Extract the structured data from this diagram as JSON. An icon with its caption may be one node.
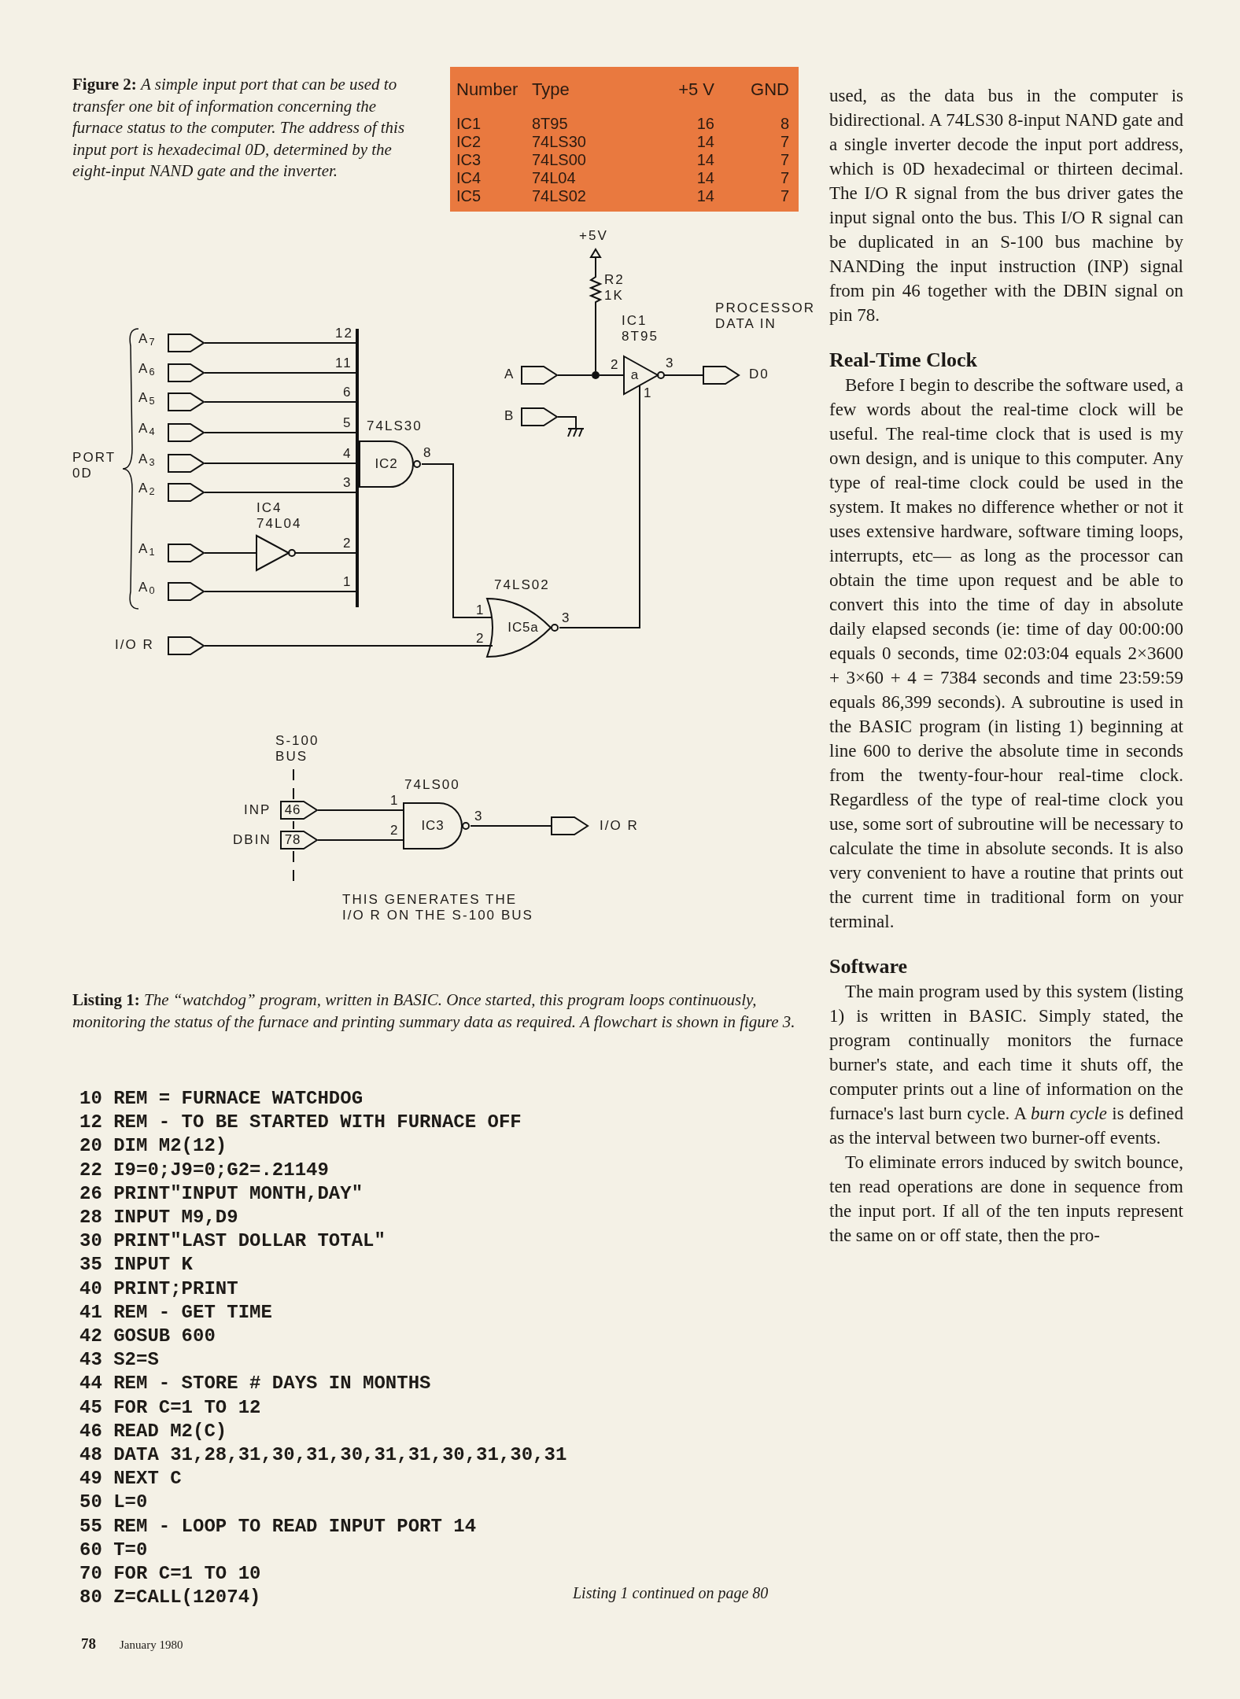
{
  "diagram": {
    "caption": "**Figure 2:** *A simple input port that can be used to transfer one bit of information concerning the furnace status to the computer. The address of this input port is hexadecimal 0D, determined by the eight-input NAND gate and the inverter.*",
    "nodes": [
      {
        "text": [],
        "shape": "connector",
        "beside": [
          "A$_{7}$"
        ]
      },
      {
        "text": [],
        "shape": "connector",
        "beside": [
          "A$_{6}$"
        ]
      },
      {
        "text": [],
        "shape": "connector",
        "beside": [
          "A$_{5}$"
        ]
      },
      {
        "text": [],
        "shape": "connector",
        "beside": [
          "A$_{4}$"
        ]
      },
      {
        "text": [],
        "shape": "connector",
        "beside": [
          "A$_{3}$"
        ]
      },
      {
        "text": [],
        "shape": "connector",
        "beside": [
          "A$_{2}$"
        ]
      },
      {
        "text": [],
        "shape": "connector",
        "beside": [
          "A$_{1}$"
        ]
      },
      {
        "text": [],
        "shape": "connector",
        "beside": [
          "A$_{0}$"
        ]
      },
      {
        "text": [],
        "shape": "connector",
        "beside": [
          "I/O R"
        ]
      },
      {
        "text": [],
        "shape": "bar"
      },
      {
        "text": [
          "IC2"
        ],
        "beside": [
          "74LS30"
        ]
      },
      {
        "text": [],
        "shape": "triangle",
        "beside": [
          "IC4",
          "74L04"
        ]
      },
      {
        "text": [
          "IC5a"
        ],
        "beside": [
          "74LS02"
        ]
      },
      {
        "text": [],
        "shape": "connector",
        "beside": [
          "A"
        ]
      },
      {
        "text": [],
        "shape": "connector",
        "beside": [
          "B"
        ]
      },
      {
        "text": [],
        "shape": "ground"
      },
      {
        "text": [],
        "shape": "triangle",
        "beside": [
          "+5V"
        ]
      },
      {
        "text": [],
        "shape": "resistor",
        "beside": [
          "R2",
          "1K"
        ]
      },
      {
        "text": [],
        "shape": "dot"
      },
      {
        "text": [
          "a"
        ],
        "beside": [
          "IC1",
          "8T95"
        ]
      },
      {
        "text": [],
        "shape": "connector",
        "beside": [
          "D0"
        ]
      },
      {
        "text": [
          "46"
        ],
        "beside": [
          "INP"
        ]
      },
      {
        "text": [
          "78"
        ],
        "beside": [
          "DBIN"
        ]
      },
      {
        "text": [
          "IC3"
        ],
        "beside": [
          "74LS00"
        ]
      },
      {
        "text": [],
        "shape": "connector",
        "beside": [
          "I/O R"
        ]
      }
    ],
    "edges": [
      {
        "from": 0,
        "to": 9,
        "arrow": "none"
      },
      {
        "from": 1,
        "to": 9,
        "arrow": "none"
      },
      {
        "from": 2,
        "to": 9,
        "arrow": "none"
      },
      {
        "from": 3,
        "to": 9,
        "arrow": "none"
      },
      {
        "from": 4,
        "to": 9,
        "arrow": "none"
      },
      {
        "from": 5,
        "to": 9,
        "arrow": "none"
      },
      {
        "from": 6,
        "to": 11,
        "arrow": "none"
      },
      {
        "from": 11,
        "to": 9,
        "arrow": "none"
      },
      {
        "from": 7,
        "to": 9,
        "arrow": "none"
      },
      {
        "from": 10,
        "to": 12,
        "arrow": "none"
      },
      {
        "from": 8,
        "to": 12,
        "arrow": "none"
      },
      {
        "from": 12,
        "to": 19,
        "arrow": "none"
      },
      {
        "from": 13,
        "to": 18,
        "arrow": "none"
      },
      {
        "from": 18,
        "to": 19,
        "arrow": "none"
      },
      {
        "from": 17,
        "to": 18,
        "arrow": "none"
      },
      {
        "from": 16,
        "to": 17,
        "arrow": "none"
      },
      {
        "from": 19,
        "to": 20,
        "arrow": "none"
      },
      {
        "from": 14,
        "to": 15,
        "arrow": "none"
      },
      {
        "from": 21,
        "to": 23,
        "arrow": "none"
      },
      {
        "from": 22,
        "to": 23,
        "arrow": "none"
      },
      {
        "from": 23,
        "to": 24,
        "arrow": "none"
      }
    ],
    "labels": [
      "Number",
      "Type",
      "+5 V",
      "GND",
      "IC1",
      "8T95",
      "16",
      "8",
      "IC2",
      "74LS30",
      "14",
      "7",
      "IC3",
      "74LS00",
      "14",
      "7",
      "IC4",
      "74L04",
      "14",
      "7",
      "IC5",
      "74LS02",
      "14",
      "7",
      "used, as the data bus in the computer is bidirectional. A 74LS30 8-input NAND gate and a single inverter decode the input port address, which is 0D hexadecimal or thirteen decimal. The I/O R signal from the bus driver gates the input signal onto the bus. This I/O R signal can be duplicated in an S-100 bus machine by NANDing the input instruction (INP) signal from pin 46 together with the DBIN signal on pin 78.",
      "Real-Time Clock",
      "Before I begin to describe the software used, a few words about the real-time clock will be useful. The real-time clock that is used is my own design, and is unique to this computer. Any type of real-time clock could be used in the system. It makes no difference whether or not it uses extensive hardware, software timing loops, interrupts, etc— as long as the processor can obtain the time upon request and be able to convert this into the time of day in absolute daily elapsed seconds (ie: time of day 00:00:00 equals 0 seconds, time 02:03:04 equals 2×3600 + 3×60 + 4 = 7384 seconds and time 23:59:59 equals 86,399 seconds). A subroutine is used in the BASIC program (in listing 1) beginning at line 600 to derive the absolute time in seconds from the twenty-four-hour real-time clock. Regardless of the type of real-time clock you use, some sort of subroutine will be necessary to calculate the time in absolute seconds. It is also very convenient to have a routine that prints out the current time in traditional form on your terminal.",
      "Software",
      "The main program used by this system (listing 1) is written in BASIC. Simply stated, the program continually monitors the furnace burner's state, and each time it shuts off, the computer prints out a line of information on the furnace's last burn cycle. A *burn cycle* is defined as the interval between two burner-off events.",
      "To eliminate errors induced by switch bounce, ten read operations are done in sequence from the input port. If all of the ten inputs represent the same on or off state, then the pro-",
      "PROCESSOR DATA IN",
      "12",
      "11",
      "6",
      "5",
      "4",
      "3",
      "8",
      "2",
      "1",
      "PORT 0D",
      "2",
      "3",
      "1",
      "1",
      "2",
      "3",
      "S-100 BUS",
      "1",
      "2",
      "3",
      "THIS GENERATES THE",
      "I/O R ON THE S-100 BUS",
      "**Listing 1:** *The “watchdog” program, written in BASIC. Once started, this program loops continuously, monitoring the status of the furnace and printing summary data as required. A flowchart is shown in figure 3.*",
      "10 REM = FURNACE WATCHDOG",
      "12 REM - TO BE STARTED WITH FURNACE OFF",
      "20 DIM M2(12)",
      "22 I9=0;J9=0;G2=.21149",
      "26 PRINT\"INPUT MONTH,DAY\"",
      "28 INPUT M9,D9",
      "30 PRINT\"LAST DOLLAR TOTAL\"",
      "35 INPUT K",
      "40 PRINT;PRINT",
      "41 REM - GET TIME",
      "42 GOSUB 600",
      "43 S2=S",
      "44 REM - STORE # DAYS IN MONTHS",
      "45 FOR C=1 TO 12",
      "46 READ M2(C)",
      "48 DATA 31,28,31,30,31,30,31,31,30,31,30,31",
      "49 NEXT C",
      "50 L=0",
      "55 REM - LOOP TO READ INPUT PORT 14",
      "60 T=0",
      "70 FOR C=1 TO 10",
      "80 Z=CALL(12074)",
      "Listing 1 continued on page 80",
      "78",
      "January 1980"
    ]
  }
}
